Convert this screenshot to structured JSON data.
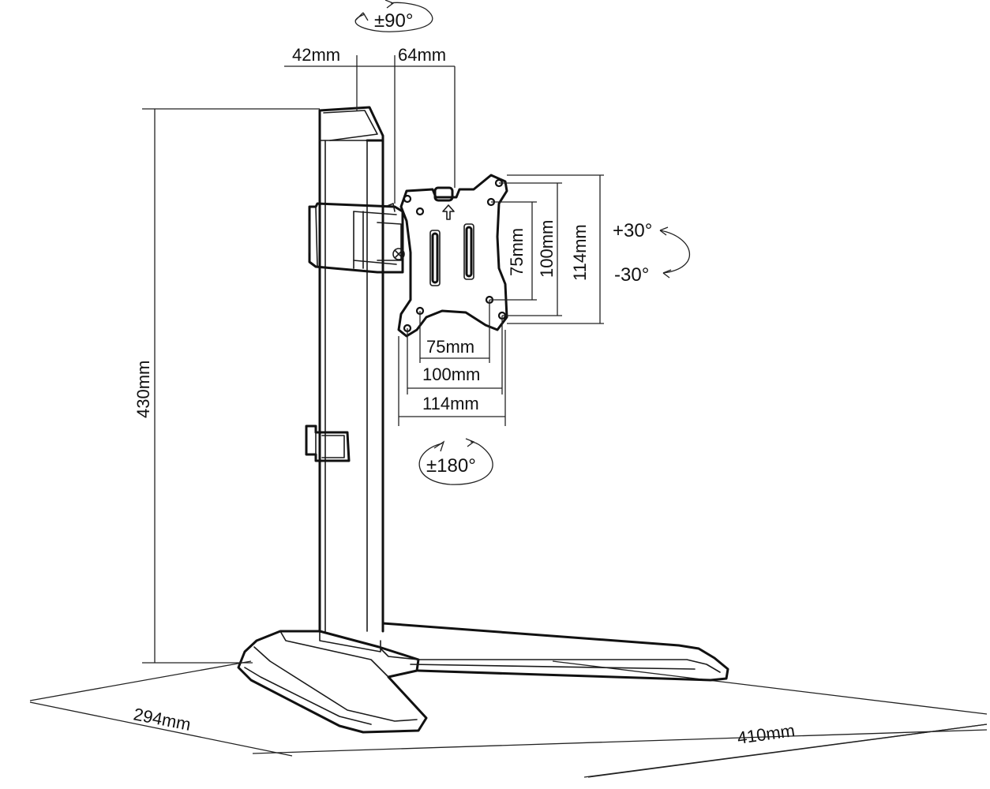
{
  "dimensions": {
    "stand_height": "430mm",
    "base_depth": "294mm",
    "base_width": "410mm",
    "pole_depth": "42mm",
    "arm_offset": "64mm",
    "vesa_v_75": "75mm",
    "vesa_v_100": "100mm",
    "vesa_v_114": "114mm",
    "vesa_h_75": "75mm",
    "vesa_h_100": "100mm",
    "vesa_h_114": "114mm"
  },
  "rotations": {
    "swivel": "±90°",
    "rotate": "±180°",
    "tilt_up": "+30°",
    "tilt_down": "-30°"
  },
  "colors": {
    "line": "#1a1a1a",
    "background": "#ffffff"
  }
}
